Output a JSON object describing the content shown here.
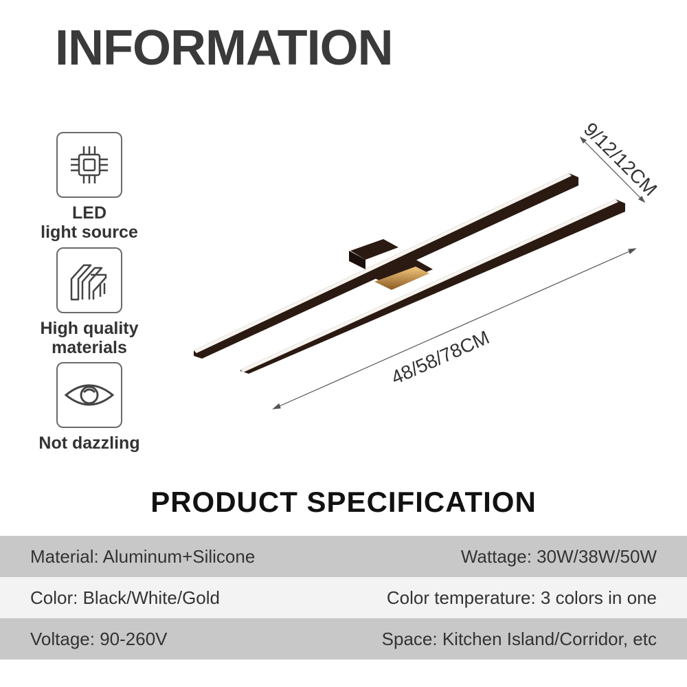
{
  "header": {
    "title": "INFORMATION"
  },
  "features": [
    {
      "icon": "chip-icon",
      "label_line1": "LED",
      "label_line2": "light source"
    },
    {
      "icon": "material-icon",
      "label_line1": "High quality",
      "label_line2": "materials"
    },
    {
      "icon": "eye-icon",
      "label_line1": "Not dazzling",
      "label_line2": ""
    }
  ],
  "dimensions": {
    "width": "9/12/12CM",
    "length": "48/58/78CM"
  },
  "spec": {
    "title": "PRODUCT SPECIFICATION",
    "rows": [
      {
        "left": "Material: Aluminum+Silicone",
        "right": "Wattage: 30W/38W/50W"
      },
      {
        "left": "Color: Black/White/Gold",
        "right": "Color temperature: 3 colors in one"
      },
      {
        "left": "Voltage: 90-260V",
        "right": "Space: Kitchen Island/Corridor, etc"
      }
    ]
  },
  "colors": {
    "row_dark": "#c8c8c8",
    "row_light": "#f3f3f3",
    "lamp_body": "#2b1a12",
    "lamp_glow": "#d9a35a"
  }
}
